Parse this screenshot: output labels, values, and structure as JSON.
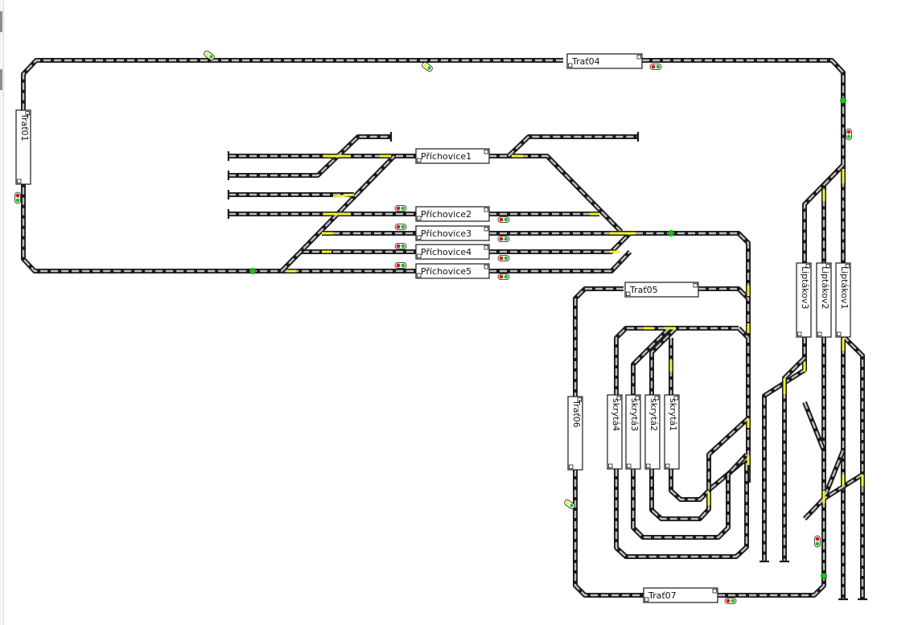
{
  "blocks": [
    {
      "id": "trat04",
      "label": "Trať04"
    },
    {
      "id": "trat01",
      "label": "Trať01"
    },
    {
      "id": "prichovice1",
      "label": "Příchovice1"
    },
    {
      "id": "prichovice2",
      "label": "Příchovice2"
    },
    {
      "id": "prichovice3",
      "label": "Příchovice3"
    },
    {
      "id": "prichovice4",
      "label": "Příchovice4"
    },
    {
      "id": "prichovice5",
      "label": "Příchovice5"
    },
    {
      "id": "trat05",
      "label": "Trať05"
    },
    {
      "id": "trat06",
      "label": "Trať06"
    },
    {
      "id": "skryta4",
      "label": "skrytá4"
    },
    {
      "id": "skryta3",
      "label": "skrytá3"
    },
    {
      "id": "skryta2",
      "label": "skrytá2"
    },
    {
      "id": "skryta1",
      "label": "skrytá1"
    },
    {
      "id": "liptakov3",
      "label": "Liptákov3"
    },
    {
      "id": "liptakov2",
      "label": "Liptákov2"
    },
    {
      "id": "liptakov1",
      "label": "Liptákov1"
    },
    {
      "id": "trat07",
      "label": "Trať07"
    }
  ],
  "colors": {
    "rail": "#1a1a1a",
    "sleeper": "#bdbdbd",
    "occupied": "#f2f22a",
    "signal_red": "#d81818",
    "signal_green": "#17c417"
  }
}
